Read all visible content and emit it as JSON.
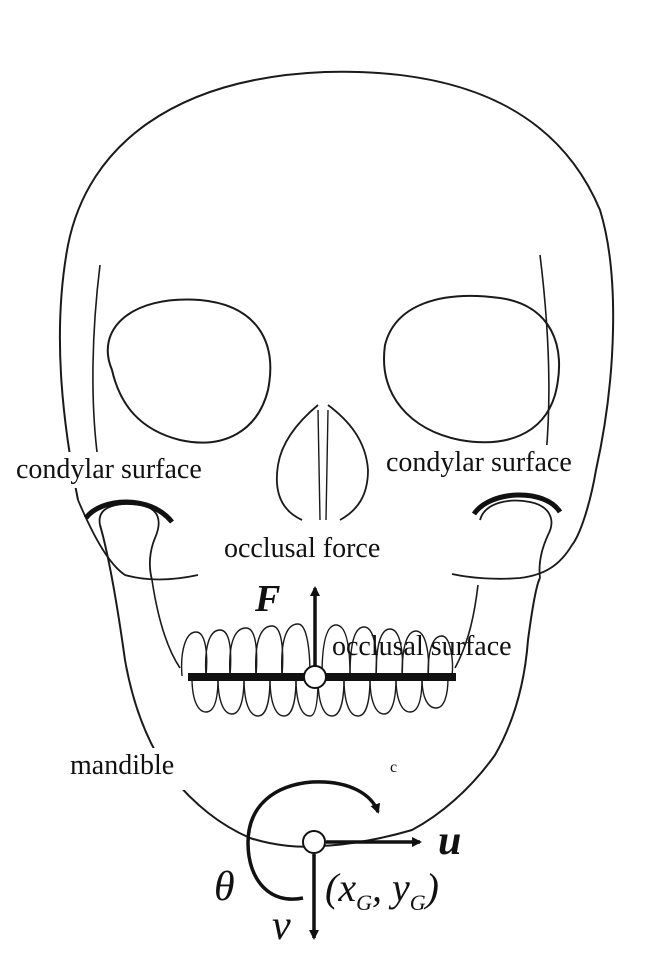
{
  "labels": {
    "condylar_left": "condylar surface",
    "condylar_right": "condylar surface",
    "occlusal_force": "occlusal force",
    "occlusal_surface": "occlusal surface",
    "mandible": "mandible",
    "force_symbol": "F",
    "u_symbol": "u",
    "v_symbol": "v",
    "theta_symbol": "θ",
    "cog_open": "(x",
    "cog_sub_x": "G",
    "cog_comma": ", y",
    "cog_sub_y": "G",
    "cog_close": ")",
    "stray_mark": "c"
  },
  "colors": {
    "ink": "#111111",
    "sketch": "#1a1a1a",
    "background": "#ffffff"
  }
}
